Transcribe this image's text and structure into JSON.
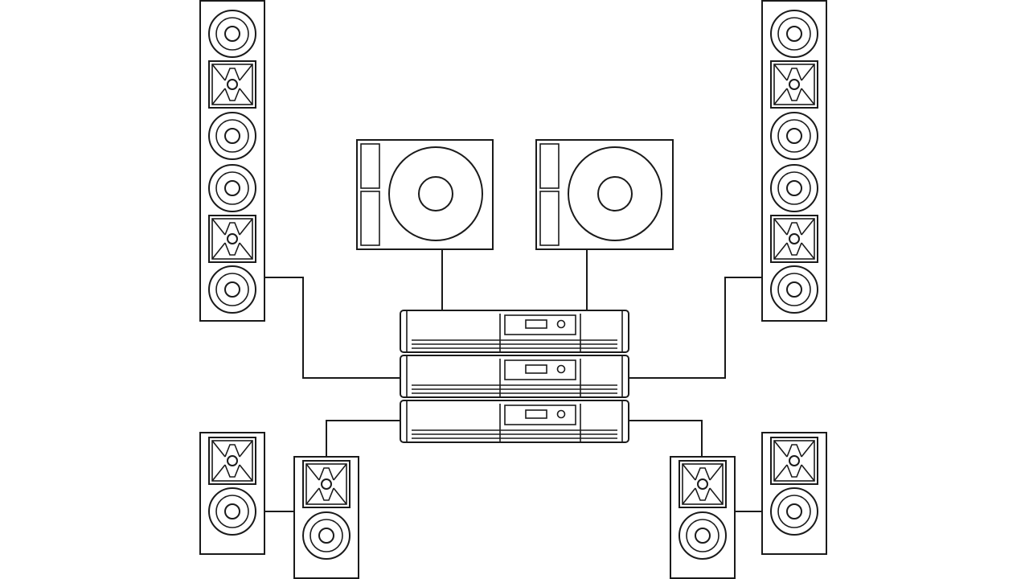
{
  "diagram": {
    "kind": "sound system wiring",
    "line_color": "#1a1a1a",
    "background": "#ffffff",
    "components": {
      "line_array_columns": 2,
      "monitor_wedges": 2,
      "amplifiers": 3,
      "floor_speakers": 4
    },
    "column_driver_pattern": [
      "woofer-icon",
      "horn-icon",
      "woofer-icon",
      "woofer-icon",
      "horn-icon",
      "woofer-icon"
    ]
  }
}
